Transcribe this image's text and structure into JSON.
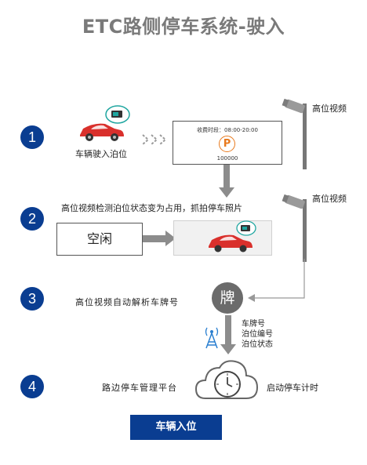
{
  "title": "ETC路侧停车系统-驶入",
  "steps": [
    "1",
    "2",
    "3",
    "4"
  ],
  "camera_label_1": "高位视频",
  "camera_label_2": "高位视频",
  "step1": {
    "car_label": "车辆驶入泊位",
    "fee_period": "收费时段：08:00-20:00",
    "parking_symbol": "P",
    "space_number": "100000"
  },
  "step2": {
    "caption": "高位视频检测泊位状态变为占用，抓拍停车照片",
    "idle_label": "空闲"
  },
  "step3": {
    "caption": "高位视频自动解析车牌号",
    "plate_char": "牌",
    "data_items": [
      "车牌号",
      "泊位编号",
      "泊位状态"
    ]
  },
  "step4": {
    "platform_label": "路边停车管理平台",
    "timer_label": "启动停车计时"
  },
  "cta_label": "车辆入位",
  "colors": {
    "step_blue": "#0a3d91",
    "title_gray": "#7a7a7a",
    "arrow_gray": "#8c8c8c",
    "car_red": "#d9302c",
    "parking_orange": "#e87a1e",
    "etc_teal": "#1fa6a0"
  }
}
